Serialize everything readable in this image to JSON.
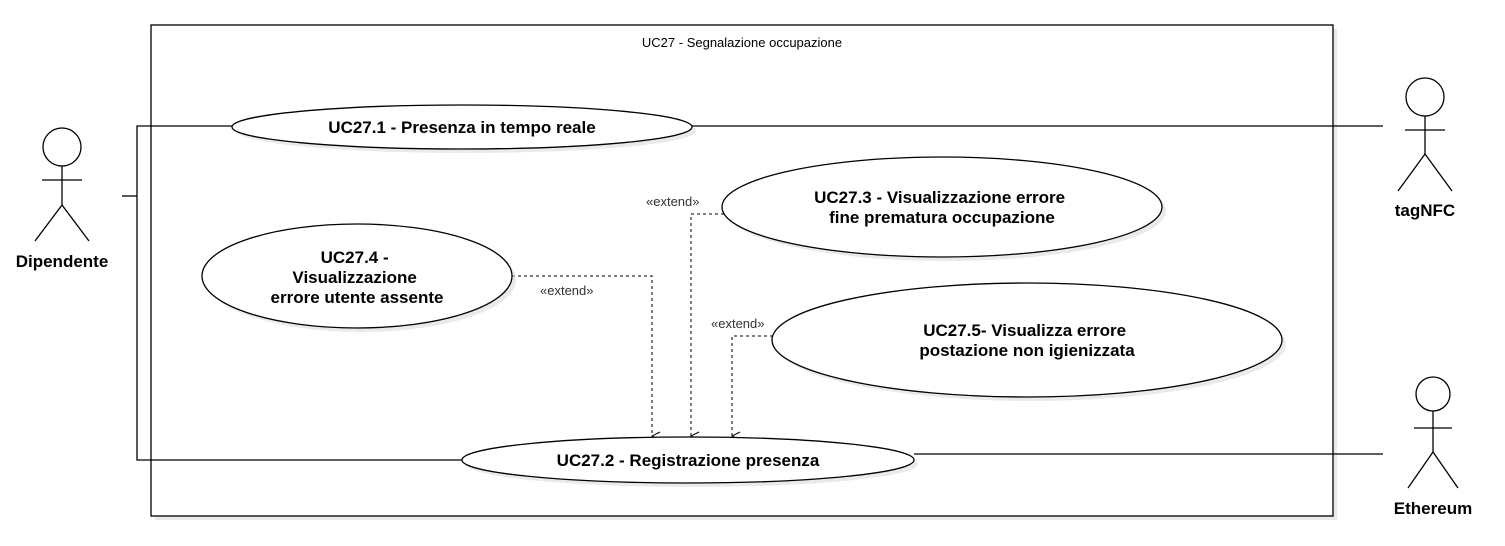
{
  "system": {
    "title": "UC27 - Segnalazione occupazione"
  },
  "actors": {
    "dipendente": "Dipendente",
    "tagnfc": "tagNFC",
    "ethereum": "Ethereum"
  },
  "use_cases": {
    "uc27_1": [
      "UC27.1 - Presenza in tempo reale"
    ],
    "uc27_2": [
      "UC27.2 - Registrazione presenza"
    ],
    "uc27_3": [
      "UC27.3 - Visualizzazione errore",
      "fine prematura occupazione"
    ],
    "uc27_4": [
      "UC27.4 -",
      "Visualizzazione",
      "errore utente assente"
    ],
    "uc27_5": [
      "UC27.5- Visualizza errore",
      "postazione non igienizzata"
    ]
  },
  "relations": {
    "extend_uc27_3": "«extend»",
    "extend_uc27_4": "«extend»",
    "extend_uc27_5": "«extend»"
  }
}
